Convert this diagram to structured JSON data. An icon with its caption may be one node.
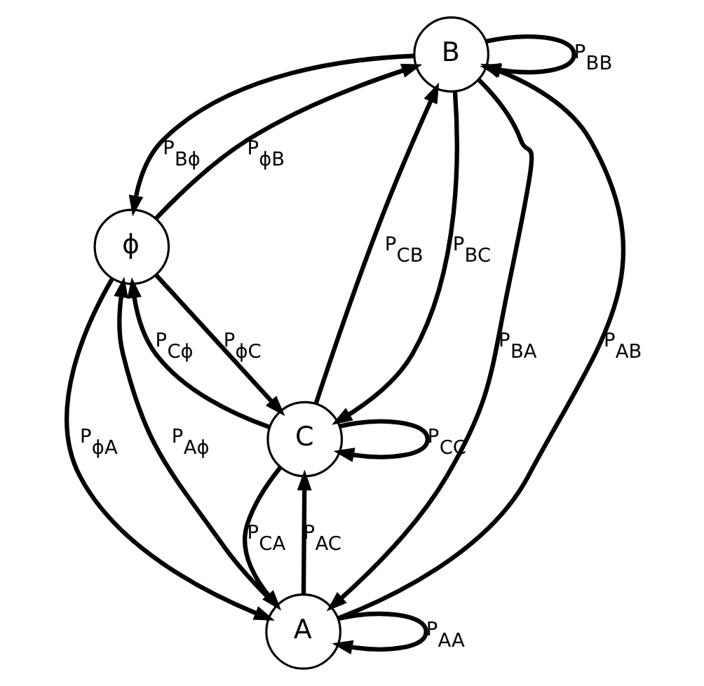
{
  "diagram": {
    "nodes": [
      {
        "text": [
          "B"
        ]
      },
      {
        "text": [
          "ϕ"
        ]
      },
      {
        "text": [
          "A"
        ]
      },
      {
        "text": [
          "C"
        ]
      }
    ],
    "edges": [
      {
        "from": 0,
        "to": 0,
        "arrow": "to",
        "label": "P$_{BB}$"
      },
      {
        "from": 0,
        "to": 2,
        "arrow": "to",
        "label": "P$_{BA}$"
      },
      {
        "from": 2,
        "to": 0,
        "arrow": "to",
        "label": "P$_{AB}$"
      },
      {
        "from": 2,
        "to": 1,
        "arrow": "to",
        "label": "P$_{Aϕ}$"
      },
      {
        "from": 1,
        "to": 0,
        "arrow": "to",
        "label": "P$_{ϕB}$"
      },
      {
        "from": 0,
        "to": 1,
        "arrow": "to",
        "label": "P$_{Bϕ}$"
      },
      {
        "from": 0,
        "to": 3,
        "arrow": "to",
        "label": "P$_{BC}$"
      },
      {
        "from": 3,
        "to": 0,
        "arrow": "to",
        "label": "P$_{CB}$"
      },
      {
        "from": 1,
        "to": 3,
        "arrow": "to",
        "label": "P$_{ϕC}$"
      },
      {
        "from": 1,
        "to": 2,
        "arrow": "to",
        "label": "P$_{ϕA}$"
      },
      {
        "from": 3,
        "to": 1,
        "arrow": "to",
        "label": "P$_{Cϕ}$"
      },
      {
        "from": 2,
        "to": 3,
        "arrow": "to",
        "label": "P$_{AC}$"
      },
      {
        "from": 3,
        "to": 2,
        "arrow": "to",
        "label": "P$_{CA}$"
      },
      {
        "from": 2,
        "to": 2,
        "arrow": "to",
        "label": "P$_{AA}$"
      },
      {
        "from": 3,
        "to": 3,
        "arrow": "to",
        "label": "P$_{CC}$"
      }
    ]
  }
}
